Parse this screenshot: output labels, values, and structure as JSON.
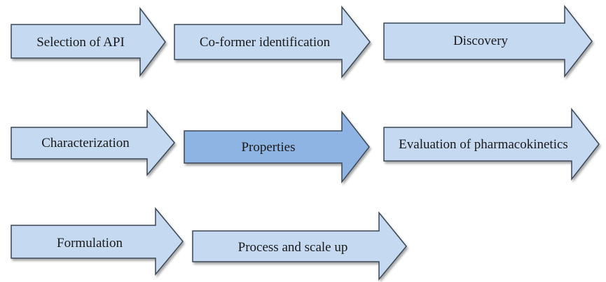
{
  "colors": {
    "arrow_fill": "#c5d9f1",
    "arrow_fill_highlight": "#8eb4e3",
    "arrow_stroke": "#3b4756"
  },
  "steps": [
    {
      "label": "Selection of API",
      "highlight": false
    },
    {
      "label": "Co-former identification",
      "highlight": false
    },
    {
      "label": "Discovery",
      "highlight": false
    },
    {
      "label": "Characterization",
      "highlight": false
    },
    {
      "label": "Properties",
      "highlight": true
    },
    {
      "label": "Evaluation of pharmacokinetics",
      "highlight": false
    },
    {
      "label": "Formulation",
      "highlight": false
    },
    {
      "label": "Process and scale up",
      "highlight": false
    }
  ]
}
